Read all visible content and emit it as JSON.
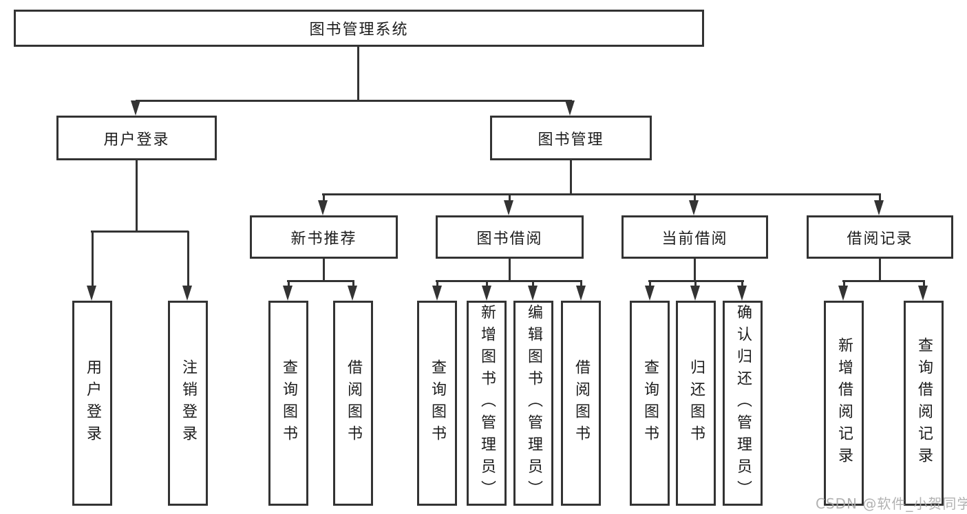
{
  "tree": {
    "root": {
      "label": "图书管理系统"
    },
    "user_login_branch": {
      "label": "用户登录",
      "leaves": [
        "用户登录",
        "注销登录"
      ]
    },
    "book_mgmt_branch": {
      "label": "图书管理",
      "sections": [
        {
          "label": "新书推荐",
          "leaves": [
            "查询图书",
            "借阅图书"
          ]
        },
        {
          "label": "图书借阅",
          "leaves": [
            "查询图书",
            "新增图书（管理员）",
            "编辑图书（管理员）",
            "借阅图书"
          ]
        },
        {
          "label": "当前借阅",
          "leaves": [
            "查询图书",
            "归还图书",
            "确认归还（管理员）"
          ]
        },
        {
          "label": "借阅记录",
          "leaves": [
            "新增借阅记录",
            "查询借阅记录"
          ]
        }
      ]
    }
  },
  "watermark": "CSDN @软件_小贺同学",
  "colors": {
    "line": "#333333",
    "text": "#1c1c1c",
    "watermark": "#aaaaaa",
    "background": "#ffffff"
  }
}
